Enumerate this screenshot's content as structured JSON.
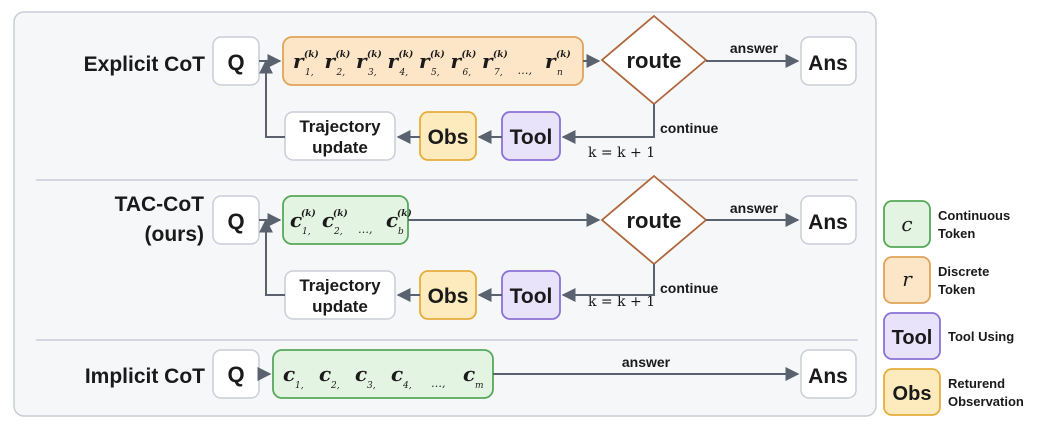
{
  "rows": {
    "explicit": {
      "title": "Explicit CoT",
      "q": "Q",
      "token_var": "r",
      "token_sup": "(k)",
      "tokens": [
        "1",
        "2",
        "3",
        "4",
        "5",
        "6",
        "7",
        "...",
        "n"
      ],
      "route": "route",
      "answer": "answer",
      "ans": "Ans",
      "continue": "continue",
      "k_update": "k = k + 1",
      "tool": "Tool",
      "obs": "Obs",
      "traj_line1": "Trajectory",
      "traj_line2": "update"
    },
    "tac": {
      "title_line1": "TAC-CoT",
      "title_line2": "(ours)",
      "q": "Q",
      "token_var": "c",
      "token_sup": "(k)",
      "tokens": [
        "1",
        "2",
        "...",
        "b"
      ],
      "route": "route",
      "answer": "answer",
      "ans": "Ans",
      "continue": "continue",
      "k_update": "k = k + 1",
      "tool": "Tool",
      "obs": "Obs",
      "traj_line1": "Trajectory",
      "traj_line2": "update"
    },
    "implicit": {
      "title": "Implicit CoT",
      "q": "Q",
      "token_var": "c",
      "tokens": [
        "1",
        "2",
        "3",
        "4",
        "...",
        "m"
      ],
      "answer": "answer",
      "ans": "Ans"
    }
  },
  "legend": [
    {
      "symbol": "c",
      "label_line1": "Continuous",
      "label_line2": "Token",
      "fill": "#e3f4e3",
      "stroke": "#56a85a"
    },
    {
      "symbol": "r",
      "label_line1": "Discrete",
      "label_line2": "Token",
      "fill": "#fde6c8",
      "stroke": "#e0a458"
    },
    {
      "symbol": "Tool",
      "label_line1": "Tool Using",
      "label_line2": "",
      "fill": "#e8e2fb",
      "stroke": "#8a72d6"
    },
    {
      "symbol": "Obs",
      "label_line1": "Returend",
      "label_line2": "Observation",
      "fill": "#fdebbe",
      "stroke": "#e6ad3c"
    }
  ],
  "colors": {
    "continuous_fill": "#e3f4e3",
    "continuous_stroke": "#56a85a",
    "discrete_fill": "#fde6c8",
    "discrete_stroke": "#e0a458",
    "tool_fill": "#e8e2fb",
    "tool_stroke": "#8a72d6",
    "obs_fill": "#fdebbe",
    "obs_stroke": "#e6ad3c",
    "route_stroke": "#b0653a",
    "panel_fill": "#f6f7f9",
    "panel_stroke": "#c9ced6",
    "edge": "#5a6270"
  }
}
